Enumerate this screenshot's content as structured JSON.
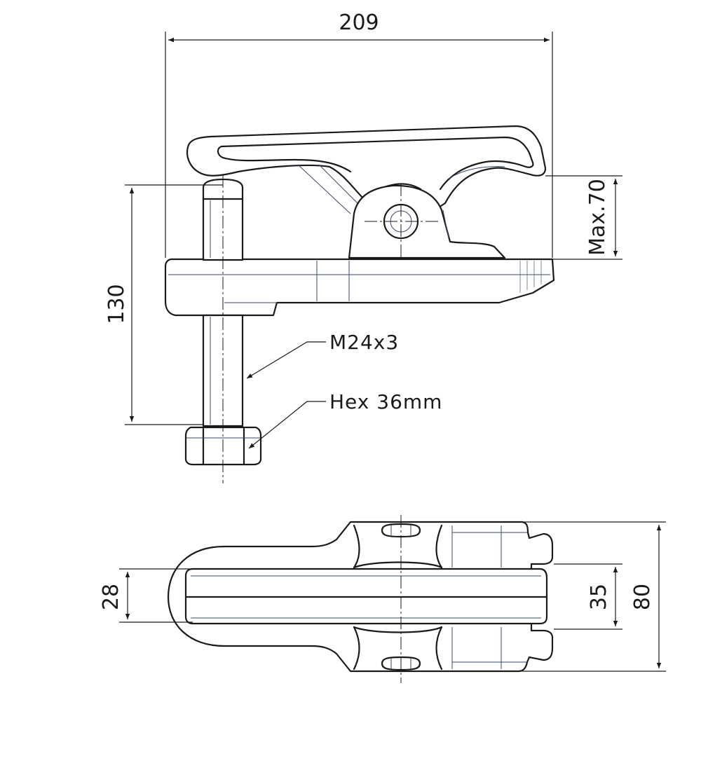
{
  "dimensions": {
    "overall_length": "209",
    "clamp_height": "130",
    "max_opening": "Max.70",
    "slot_width": "28",
    "jaw_gap": "35",
    "overall_width": "80"
  },
  "callouts": {
    "thread": "M24x3",
    "hex": "Hex 36mm"
  }
}
